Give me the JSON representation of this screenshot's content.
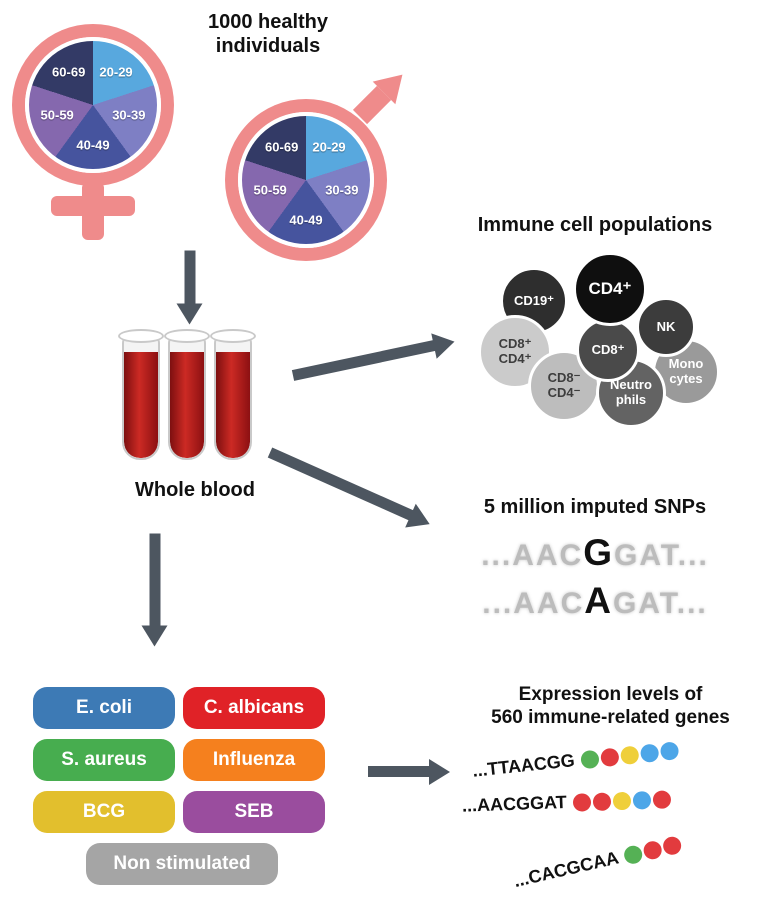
{
  "palette": {
    "gender_pink": "#ef8b8b",
    "arrow_gray": "#4d5660",
    "blood_red": "#a61518",
    "pie_colors": [
      "#58a8de",
      "#7e7fc4",
      "#46549e",
      "#8568ae",
      "#333a66"
    ]
  },
  "header": {
    "title": "1000 healthy\nindividuals"
  },
  "pies": {
    "labels": [
      "20-29",
      "30-39",
      "40-49",
      "50-59",
      "60-69"
    ]
  },
  "blood": {
    "label": "Whole blood"
  },
  "immune": {
    "title": "Immune cell populations",
    "cells": [
      {
        "label": "CD19⁺",
        "bg": "#2e2e2e",
        "fg": "#ffffff"
      },
      {
        "label": "CD4⁺",
        "bg": "#0f0f0f",
        "fg": "#ffffff"
      },
      {
        "label": "NK",
        "bg": "#3c3c3c",
        "fg": "#ffffff"
      },
      {
        "label": "CD8⁺",
        "bg": "#4a4a4a",
        "fg": "#ffffff"
      },
      {
        "label": "CD8⁺\nCD4⁺",
        "bg": "#cbcbcb",
        "fg": "#3d3d3d"
      },
      {
        "label": "Mono\ncytes",
        "bg": "#9a9a9a",
        "fg": "#ffffff"
      },
      {
        "label": "Neutro\nphils",
        "bg": "#636363",
        "fg": "#ffffff"
      },
      {
        "label": "CD8⁻\nCD4⁻",
        "bg": "#bdbdbd",
        "fg": "#3d3d3d"
      }
    ]
  },
  "snps": {
    "title": "5 million imputed SNPs",
    "lines": [
      {
        "pre": "...AAC",
        "hl": "G",
        "post": "GAT..."
      },
      {
        "pre": "...AAC",
        "hl": "A",
        "post": "GAT..."
      }
    ]
  },
  "stimuli": {
    "items": [
      {
        "label": "E. coli",
        "color": "#3d7ab5"
      },
      {
        "label": "C. albicans",
        "color": "#e02227"
      },
      {
        "label": "S. aureus",
        "color": "#47ad4f"
      },
      {
        "label": "Influenza",
        "color": "#f5801e"
      },
      {
        "label": "BCG",
        "color": "#e2bf2d"
      },
      {
        "label": "SEB",
        "color": "#9a4d9e"
      },
      {
        "label": "Non stimulated",
        "color": "#a5a5a5"
      }
    ]
  },
  "expression": {
    "title": "Expression levels of\n560 immune-related genes",
    "bead_palette": {
      "green": "#55b155",
      "red": "#e23b3e",
      "yellow": "#efcf3a",
      "blue": "#4da6e8"
    },
    "sequences": [
      {
        "text": "...TTAACGG",
        "beads": [
          "green",
          "red",
          "yellow",
          "blue",
          "blue"
        ]
      },
      {
        "text": "...AACGGAT",
        "beads": [
          "red",
          "red",
          "yellow",
          "blue",
          "red"
        ]
      },
      {
        "text": "...CACGCAA",
        "beads": [
          "green",
          "red",
          "red"
        ]
      }
    ]
  }
}
